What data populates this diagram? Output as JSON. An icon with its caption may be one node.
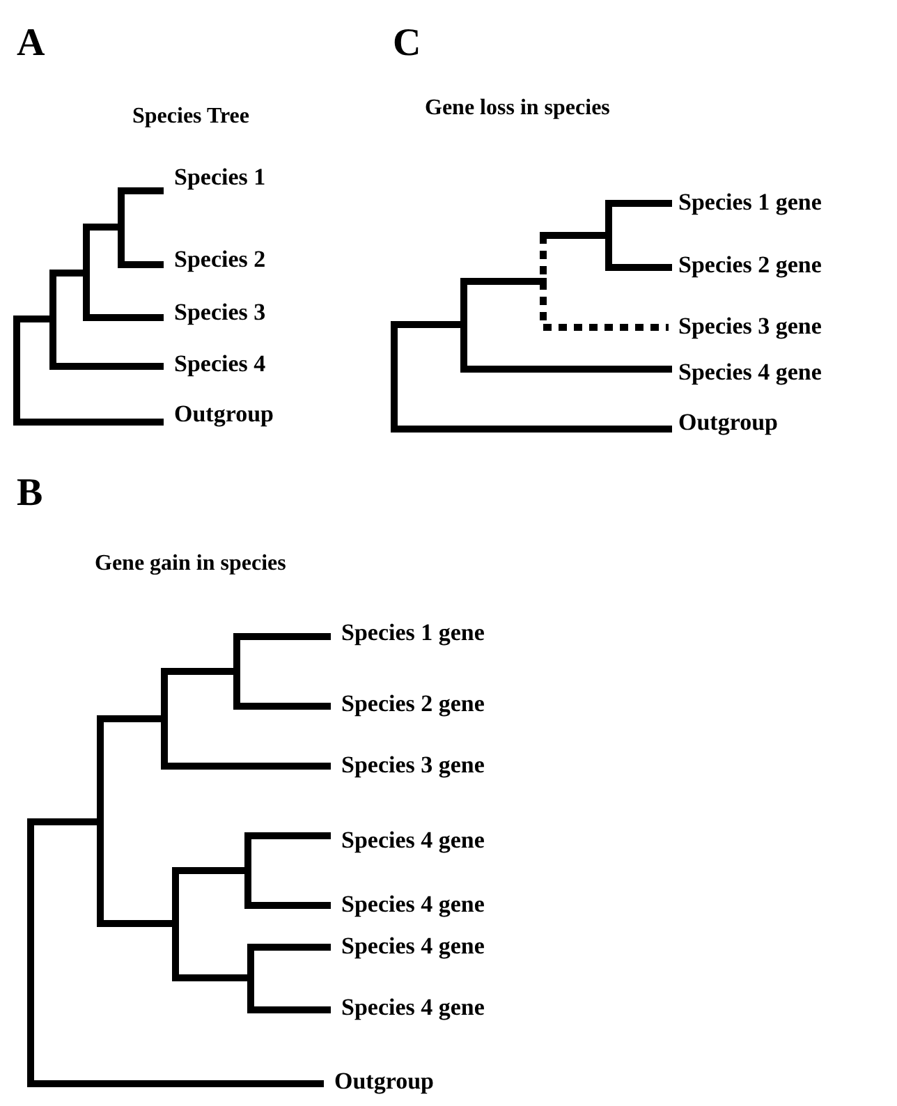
{
  "diagram": {
    "labels": [
      "A",
      "Species Tree",
      "Species 1",
      "Species 2",
      "Species 3",
      "Species 4",
      "Outgroup",
      "C",
      "Gene loss in species",
      "Species 1 gene",
      "Species 2 gene",
      "Species 3 gene",
      "Species 4 gene",
      "Outgroup",
      "B",
      "Gene gain in species",
      "Species 1 gene",
      "Species 2 gene",
      "Species 3 gene",
      "Species 4 gene",
      "Species 4 gene",
      "Species 4 gene",
      "Species 4 gene",
      "Outgroup"
    ]
  }
}
